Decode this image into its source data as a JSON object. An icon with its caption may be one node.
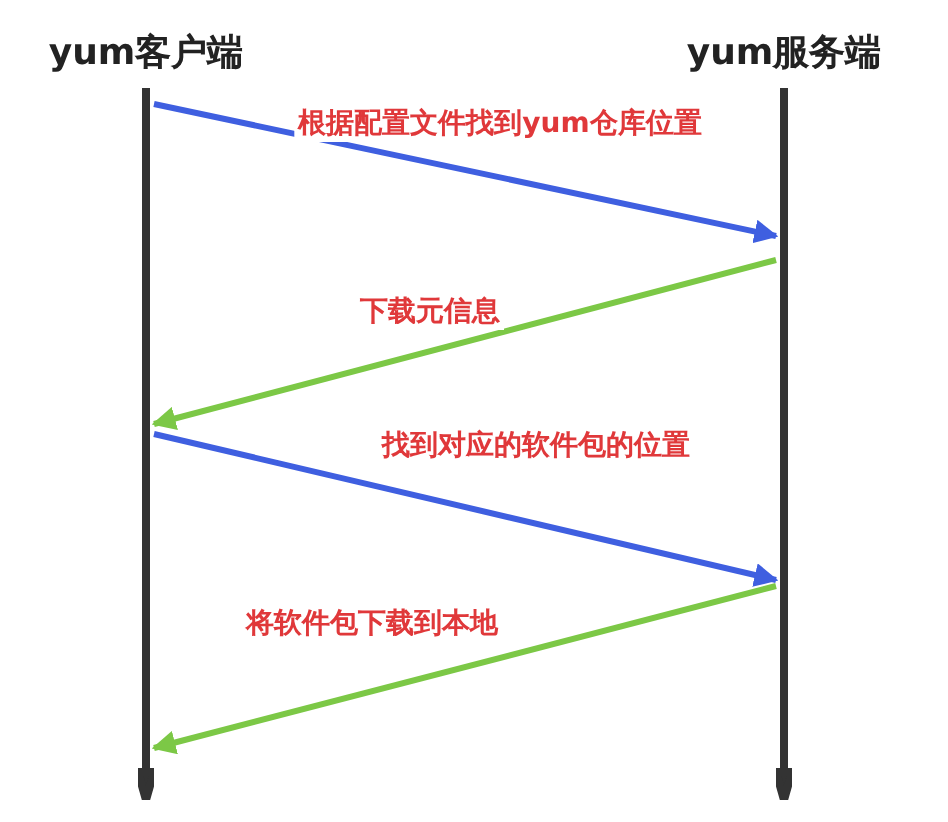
{
  "diagram": {
    "nodes": [
      {
        "text": [
          "yum客户端"
        ]
      },
      {
        "text": [
          "yum服务端"
        ]
      }
    ],
    "edges": [
      {
        "from": 0,
        "to": 1,
        "arrow": "to",
        "label": "根据配置文件找到yum仓库位置",
        "color": "#3f5fe0"
      },
      {
        "from": 1,
        "to": 0,
        "arrow": "to",
        "label": "下载元信息",
        "color": "#7cc846"
      },
      {
        "from": 0,
        "to": 1,
        "arrow": "to",
        "label": "找到对应的软件包的位置",
        "color": "#3f5fe0"
      },
      {
        "from": 1,
        "to": 0,
        "arrow": "to",
        "label": "将软件包下载到本地",
        "color": "#7cc846"
      }
    ]
  }
}
